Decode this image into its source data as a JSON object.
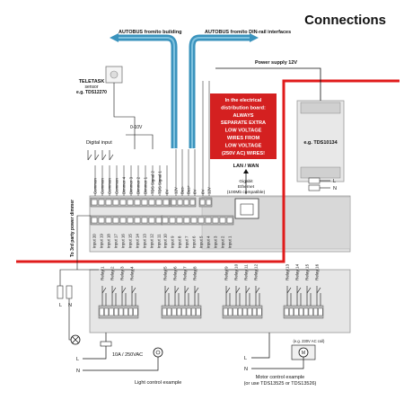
{
  "title": "Connections",
  "autobus_building": "AUTOBUS from/to building",
  "autobus_din": "AUTOBUS from/to DIN-rail interfaces",
  "power_supply": "Power supply 12V",
  "teletask_sensor": [
    "TELETASK",
    "sensor",
    "e.g. TDS12270"
  ],
  "range_010v": "0-10V",
  "digital_input": "Digital input",
  "warning": [
    "In the electrical",
    "distribution board:",
    "ALWAYS",
    "SEPARATE EXTRA",
    "LOW VOLTAGE",
    "WIRES FROM",
    "LOW VOLTAGE",
    "(250V AC) WIRES!"
  ],
  "psu_model": "e.g. TDS10134",
  "lan_wan": "LAN / WAN",
  "ethernet": [
    "Gigabit",
    "Ethernet",
    "(100Mb compatible)"
  ],
  "third_party": "To 3rd party power dimmer",
  "left_terminals": [
    "Common",
    "Common",
    "Common",
    "Common",
    "Dimmer 4",
    "Dimmer 3",
    "Dimmer 2",
    "Dimmer 1",
    "TDS Signal 2",
    "TDS Signal 1",
    "0V"
  ],
  "bus_terminals": [
    "12V",
    "Bus-",
    "Bus+",
    "0V"
  ],
  "inputs_left": [
    "Input 20",
    "Input 19",
    "Input 18",
    "Input 17",
    "Input 16",
    "Input 15",
    "Input 14",
    "Input 13",
    "Input 12",
    "Input 11"
  ],
  "inputs_right": [
    "Input 10",
    "Input 9",
    "Input 8",
    "Input 7",
    "Input 6",
    "Input 5",
    "Input 4",
    "Input 3",
    "Input 2",
    "Input 1"
  ],
  "power_terminals": [
    "0V",
    "12V"
  ],
  "relays": [
    "Relay 1",
    "Relay 2",
    "Relay 3",
    "Relay 4",
    "Relay 5",
    "Relay 6",
    "Relay 7",
    "Relay 8",
    "Relay 9",
    "Relay 10",
    "Relay 11",
    "Relay 12",
    "Relay 13",
    "Relay 14",
    "Relay 15",
    "Relay 16"
  ],
  "fuse_label": "10A / 250VAC",
  "light_control": "Light control example",
  "motor_note": "(e.g. 230V AC coil)",
  "motor_control": [
    "Motor control example",
    "(or use TDS13525 or TDS13526)"
  ],
  "line_labels": {
    "L": "L",
    "N": "N"
  },
  "colors": {
    "bus_cable": "#3a93bd",
    "danger_line": "#e01b1b",
    "warning_text": "#ffffff",
    "warning_bg": "#d42020",
    "device_fill": "#e6e6e6"
  }
}
